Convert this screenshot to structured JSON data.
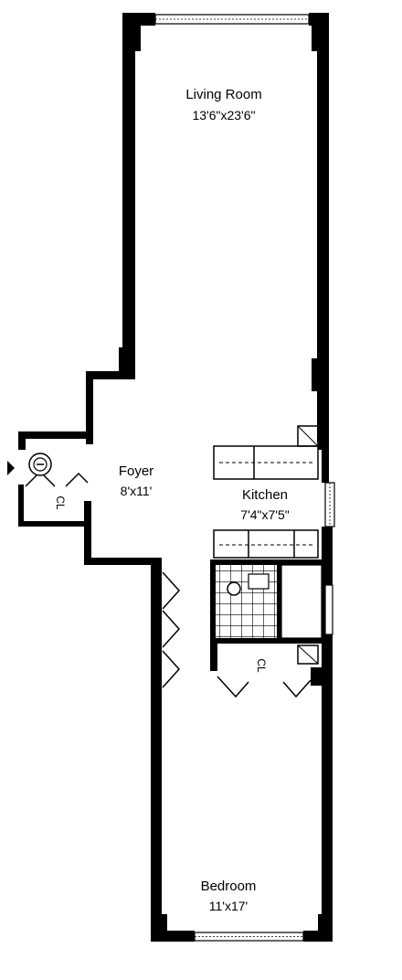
{
  "rooms": {
    "living_room": {
      "name": "Living Room",
      "dimensions": "13'6\"x23'6\""
    },
    "foyer": {
      "name": "Foyer",
      "dimensions": "8'x11'"
    },
    "kitchen": {
      "name": "Kitchen",
      "dimensions": "7'4\"x7'5\""
    },
    "bedroom": {
      "name": "Bedroom",
      "dimensions": "11'x17'"
    }
  },
  "closets": {
    "entry": "CL",
    "hall": "CL"
  },
  "icons": {
    "entry_marker": "entry-arrow-icon",
    "gas_meter": "gas-meter-icon",
    "window": "window-icon"
  },
  "colors": {
    "wall": "#000000",
    "background": "#ffffff"
  }
}
